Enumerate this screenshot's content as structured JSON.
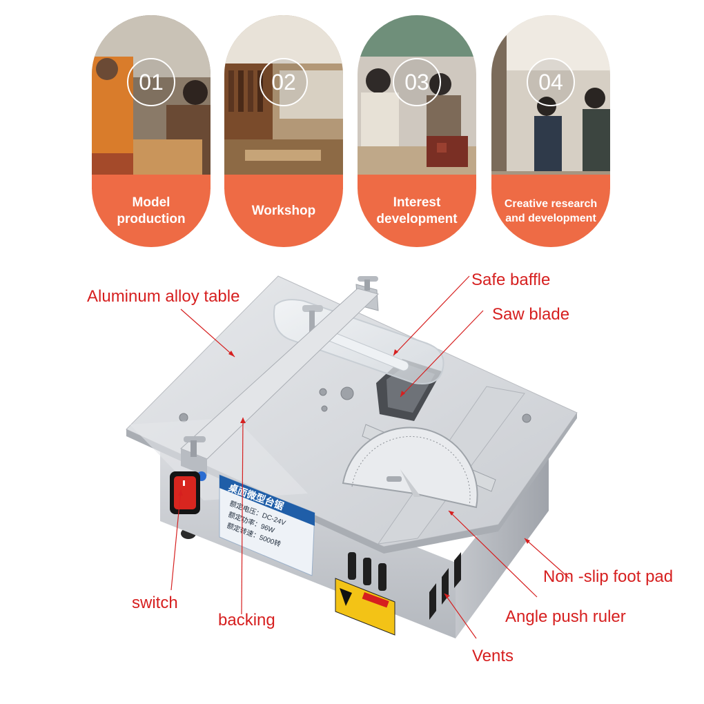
{
  "cards": [
    {
      "number": "01",
      "label": "Model production"
    },
    {
      "number": "02",
      "label": "Workshop"
    },
    {
      "number": "03",
      "label": "Interest development"
    },
    {
      "number": "04",
      "label": "Creative research and development"
    }
  ],
  "callouts": {
    "table": "Aluminum alloy table",
    "baffle": "Safe baffle",
    "blade": "Saw blade",
    "foot": "Non -slip foot pad",
    "switch": "switch",
    "backing": "backing",
    "ruler": "Angle push ruler",
    "vents": "Vents"
  },
  "product_label": {
    "title": "桌面微型台锯",
    "lines": [
      "额定电压：DC-24V",
      "额定功率：96W",
      "额定转速：5000转"
    ]
  },
  "colors": {
    "accent_orange": "#ee6b45",
    "callout_red": "#d61f1f"
  }
}
